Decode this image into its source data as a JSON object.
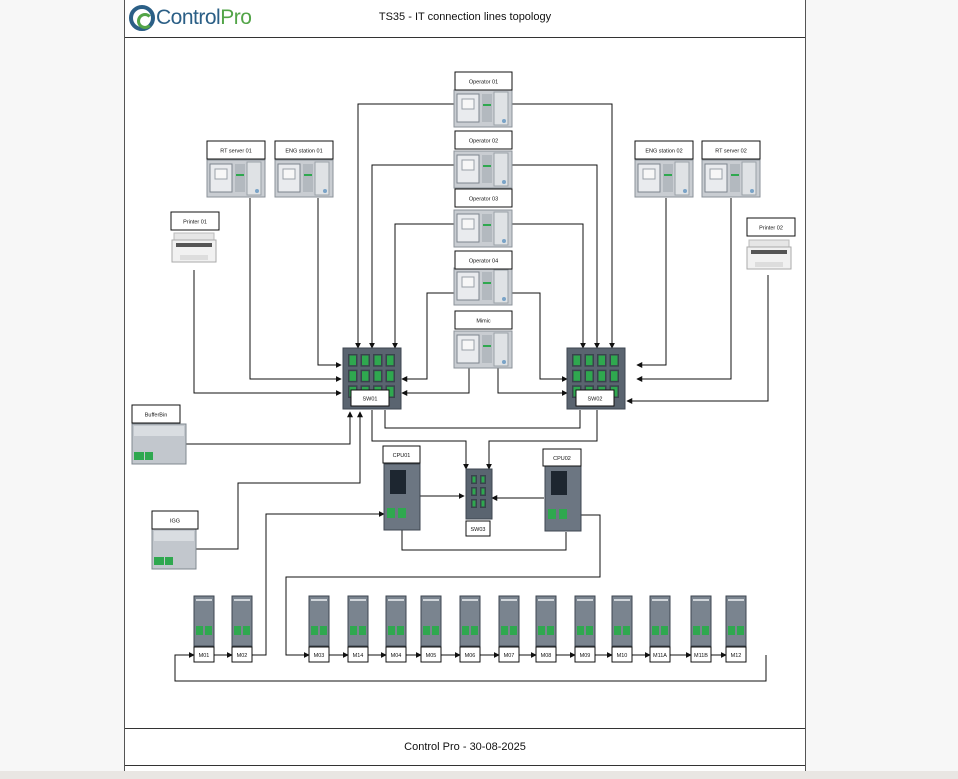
{
  "header": {
    "logo_text_a": "Control",
    "logo_text_b": "Pro",
    "title": "TS35 - IT connection lines topology"
  },
  "footer": {
    "text": "Control Pro - 30-08-2025"
  },
  "nodes": {
    "operator_01": "Operator 01",
    "operator_02": "Operator 02",
    "operator_03": "Operator 03",
    "operator_04": "Operator 04",
    "mimic": "Mimic",
    "rt_server_01": "RT server 01",
    "eng_station_01": "ENG station 01",
    "eng_station_02": "ENG station 02",
    "rt_server_02": "RT server 02",
    "printer_01": "Printer 01",
    "printer_02": "Printer 02",
    "bufferbin": "BufferBin",
    "igg": "IGG",
    "sw01": "SW01",
    "sw02": "SW02",
    "sw03": "SW03",
    "cpu01": "CPU01",
    "cpu02": "CPU02"
  },
  "modules": [
    "M01",
    "M02",
    "M03",
    "M14",
    "M04",
    "M05",
    "M06",
    "M07",
    "M08",
    "M09",
    "M10",
    "M11A",
    "M11B",
    "M12"
  ],
  "colors": {
    "device_body": "#a7adb4",
    "device_dark": "#5a6470",
    "port_green": "#2fa84f",
    "line": "#111111",
    "accent_blue": "#2b5f86",
    "accent_green": "#52a447"
  }
}
